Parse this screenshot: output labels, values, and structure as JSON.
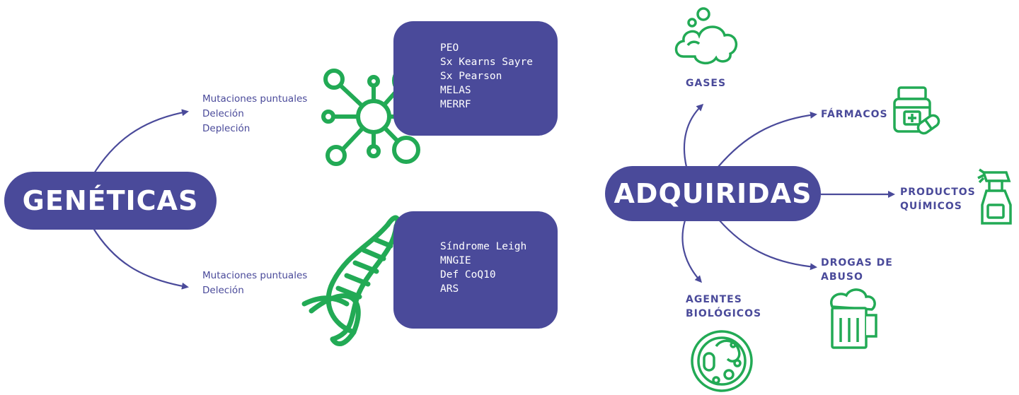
{
  "left": {
    "title": "GENÉTICAS",
    "branch_top": {
      "items": [
        "Mutaciones puntuales",
        "Deleción",
        "Depleción"
      ]
    },
    "branch_bottom": {
      "items": [
        "Mutaciones puntuales",
        "Deleción"
      ]
    },
    "box_top": {
      "items": [
        "PEO",
        "Sx Kearns Sayre",
        "Sx Pearson",
        "MELAS",
        "MERRF"
      ]
    },
    "box_bottom": {
      "items": [
        "Síndrome Leigh",
        "MNGIE",
        "Def CoQ10",
        "ARS"
      ]
    }
  },
  "right": {
    "title": "ADQUIRIDAS",
    "gases": "GASES",
    "farmacos": "FÁRMACOS",
    "productos": [
      "PRODUCTOS",
      "QUÍMICOS"
    ],
    "drogas": [
      "DROGAS DE",
      "ABUSO"
    ],
    "agentes": [
      "AGENTES",
      "BIOLÓGICOS"
    ]
  },
  "colors": {
    "primary": "#4a4a9a",
    "icon": "#22aa55"
  },
  "icons": [
    "molecule-icon",
    "dna-icon",
    "bubbles-icon",
    "medicine-bottle-icon",
    "spray-bottle-icon",
    "beer-mug-icon",
    "bacteria-icon"
  ]
}
